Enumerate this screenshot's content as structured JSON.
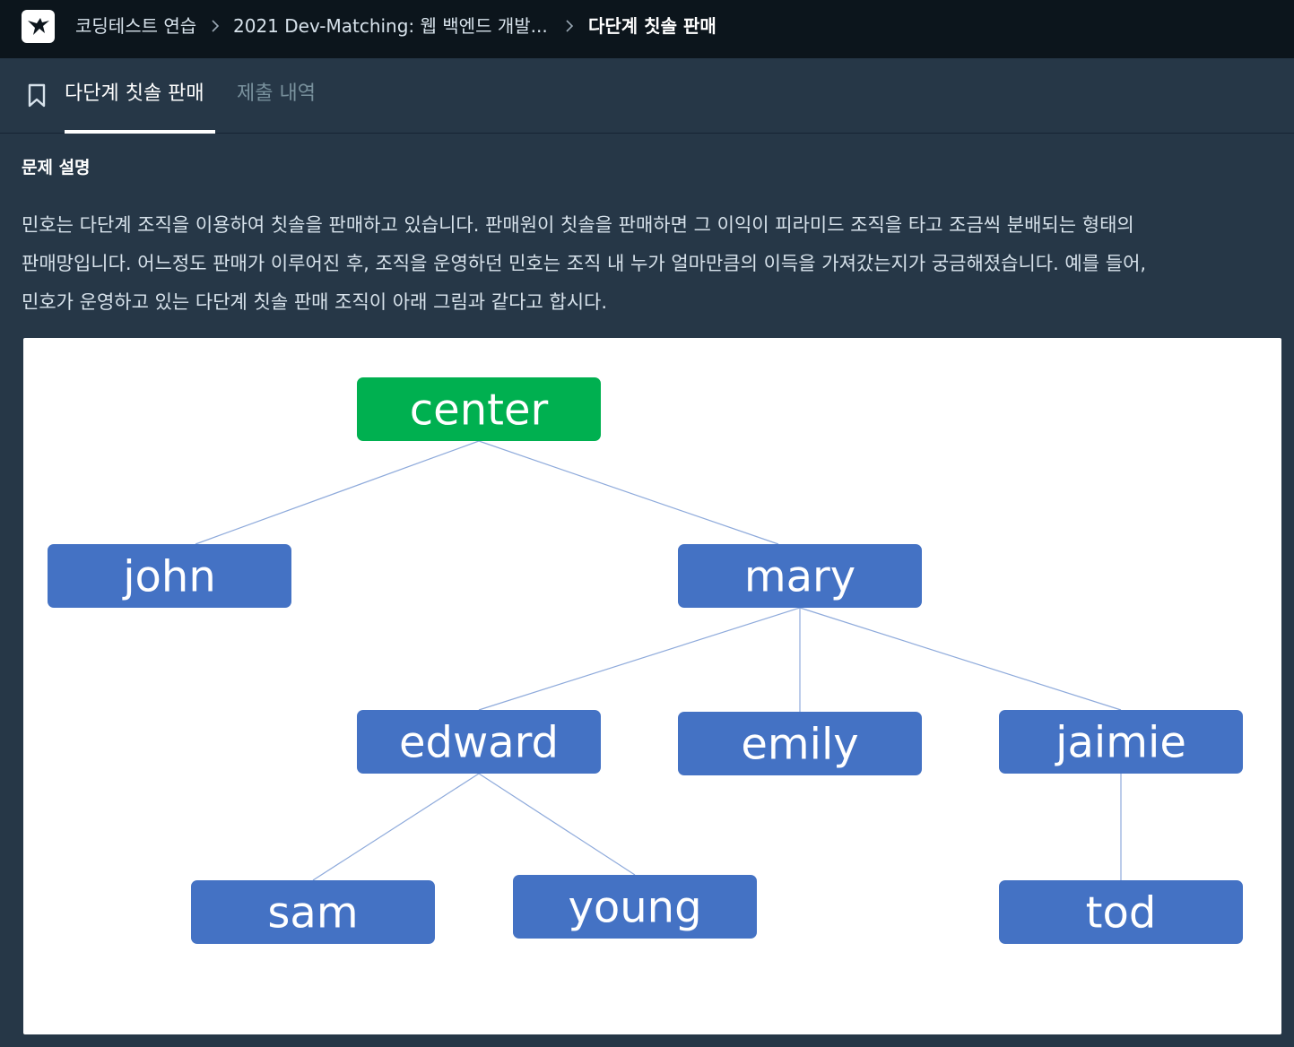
{
  "breadcrumb": {
    "items": [
      "코딩테스트 연습",
      "2021 Dev-Matching: 웹 백엔드 개발...",
      "다단계 칫솔 판매"
    ]
  },
  "tabs": [
    {
      "label": "다단계 칫솔 판매",
      "active": true
    },
    {
      "label": "제출 내역",
      "active": false
    }
  ],
  "content": {
    "section_title": "문제 설명",
    "paragraph_lines": [
      "민호는 다단계 조직을 이용하여 칫솔을 판매하고 있습니다. 판매원이 칫솔을 판매하면 그 이익이 피라미드 조직을 타고 조금씩 분배되는 형태의",
      "판매망입니다. 어느정도 판매가 이루어진 후, 조직을 운영하던 민호는 조직 내 누가 얼마만큼의 이득을 가져갔는지가 궁금해졌습니다. 예를 들어,",
      "민호가 운영하고 있는 다단계 칫솔 판매 조직이 아래 그림과 같다고 합시다."
    ]
  },
  "diagram": {
    "nodes": [
      {
        "id": "center",
        "label": "center",
        "color": "#00b050"
      },
      {
        "id": "john",
        "label": "john",
        "color": "#4472c4"
      },
      {
        "id": "mary",
        "label": "mary",
        "color": "#4472c4"
      },
      {
        "id": "edward",
        "label": "edward",
        "color": "#4472c4"
      },
      {
        "id": "emily",
        "label": "emily",
        "color": "#4472c4"
      },
      {
        "id": "jaimie",
        "label": "jaimie",
        "color": "#4472c4"
      },
      {
        "id": "sam",
        "label": "sam",
        "color": "#4472c4"
      },
      {
        "id": "young",
        "label": "young",
        "color": "#4472c4"
      },
      {
        "id": "tod",
        "label": "tod",
        "color": "#4472c4"
      }
    ],
    "edges": [
      [
        "center",
        "john"
      ],
      [
        "center",
        "mary"
      ],
      [
        "mary",
        "edward"
      ],
      [
        "mary",
        "emily"
      ],
      [
        "mary",
        "jaimie"
      ],
      [
        "edward",
        "sam"
      ],
      [
        "edward",
        "young"
      ],
      [
        "jaimie",
        "tod"
      ]
    ],
    "edge_color": "#8eaadb"
  },
  "icons": {
    "logo": "programmers-bird-logo",
    "bookmark": "bookmark-icon",
    "chevron": "chevron-right-icon"
  }
}
